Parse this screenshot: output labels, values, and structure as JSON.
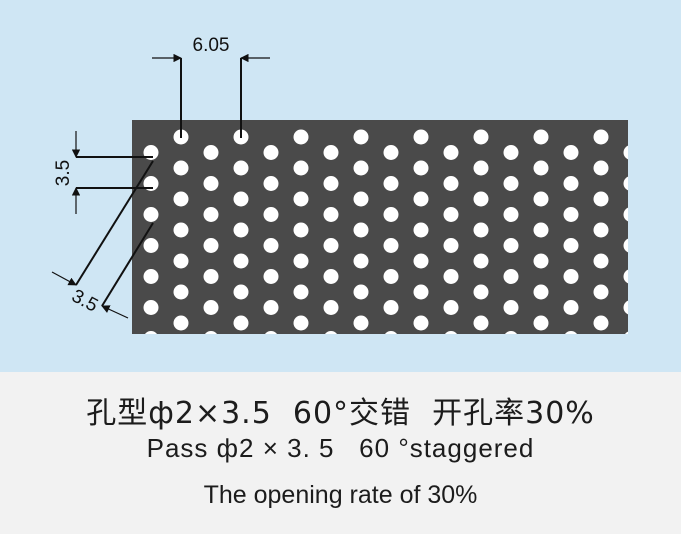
{
  "colors": {
    "background_top": "#cfe6f4",
    "background_bottom": "#f2f2f2",
    "plate": "#4a4a4a",
    "hole": "#ffffff",
    "dimension_line": "#111111",
    "text": "#1c1c1c"
  },
  "dimensions": {
    "hole_pitch_horizontal": "6.05",
    "row_pitch_vertical": "3.5",
    "pitch_diagonal": "3.5"
  },
  "captions": {
    "chinese": "孔型ф2×3.5  60°交错  开孔率30%",
    "english_line1": "Pass ф2 × 3. 5   60 °staggered",
    "english_line2": "The opening rate of 30%"
  },
  "pattern": {
    "hole_diameter_mm": 2,
    "stagger_angle_deg": 60,
    "open_area_percent": 30
  }
}
